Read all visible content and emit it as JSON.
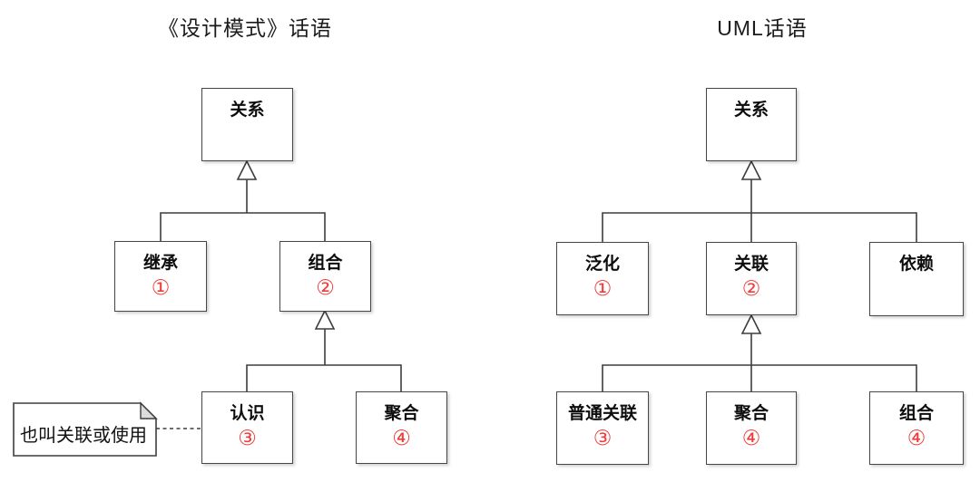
{
  "left": {
    "title": "《设计模式》话语",
    "nodes": [
      {
        "label": "关系",
        "num": ""
      },
      {
        "label": "继承",
        "num": "①"
      },
      {
        "label": "组合",
        "num": "②"
      },
      {
        "label": "认识",
        "num": "③"
      },
      {
        "label": "聚合",
        "num": "④"
      }
    ],
    "note": {
      "text": "也叫关联或使用"
    }
  },
  "right": {
    "title": "UML话语",
    "nodes": [
      {
        "label": "关系",
        "num": ""
      },
      {
        "label": "泛化",
        "num": "①"
      },
      {
        "label": "关联",
        "num": "②"
      },
      {
        "label": "依赖",
        "num": ""
      },
      {
        "label": "普通关联",
        "num": "③"
      },
      {
        "label": "聚合",
        "num": "④"
      },
      {
        "label": "组合",
        "num": "④"
      }
    ]
  },
  "colors": {
    "number_red": "#ee3d3b",
    "line": "#3d3d3d",
    "note_fold": "#dcdcdc"
  }
}
